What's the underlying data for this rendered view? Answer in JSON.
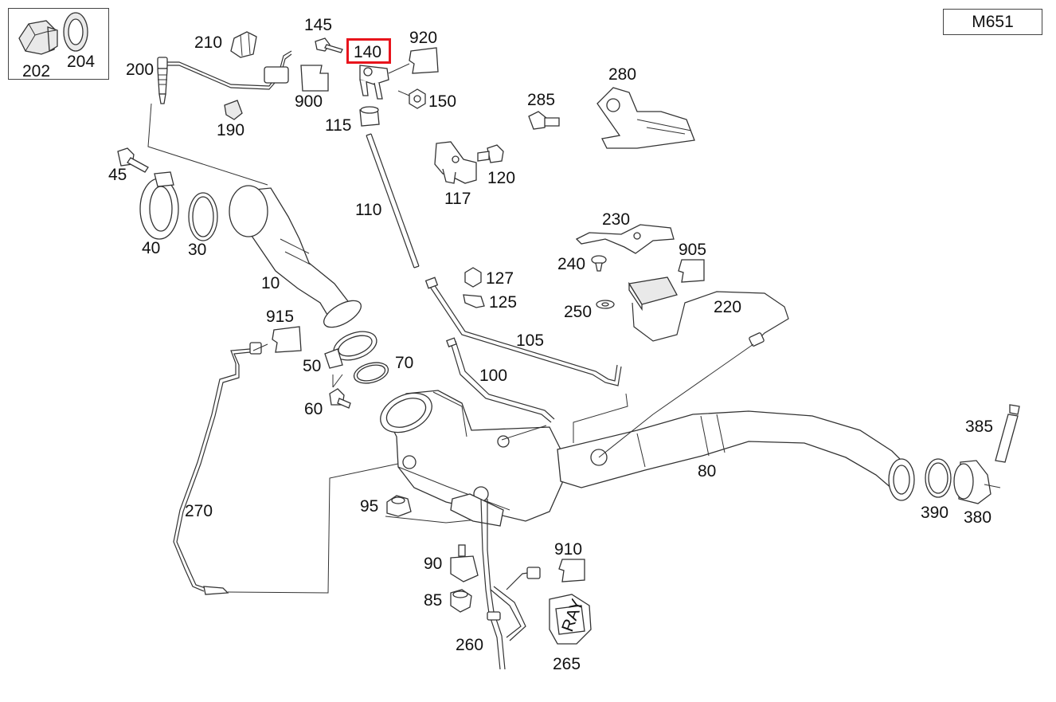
{
  "model_code": "M651",
  "highlight_color": "#e8141c",
  "highlighted_part": "140",
  "callouts": {
    "c10": "10",
    "c30": "30",
    "c40": "40",
    "c45": "45",
    "c50": "50",
    "c60": "60",
    "c70": "70",
    "c80": "80",
    "c85": "85",
    "c90": "90",
    "c95": "95",
    "c100": "100",
    "c105": "105",
    "c110": "110",
    "c115": "115",
    "c117": "117",
    "c120": "120",
    "c125": "125",
    "c127": "127",
    "c140": "140",
    "c145": "145",
    "c150": "150",
    "c190": "190",
    "c200": "200",
    "c202": "202",
    "c204": "204",
    "c210": "210",
    "c220": "220",
    "c230": "230",
    "c240": "240",
    "c250": "250",
    "c260": "260",
    "c265": "265",
    "c270": "270",
    "c280": "280",
    "c285": "285",
    "c380": "380",
    "c385": "385",
    "c390": "390",
    "c900": "900",
    "c905": "905",
    "c910": "910",
    "c915": "915",
    "c920": "920"
  },
  "connector_stamp": "RAY"
}
